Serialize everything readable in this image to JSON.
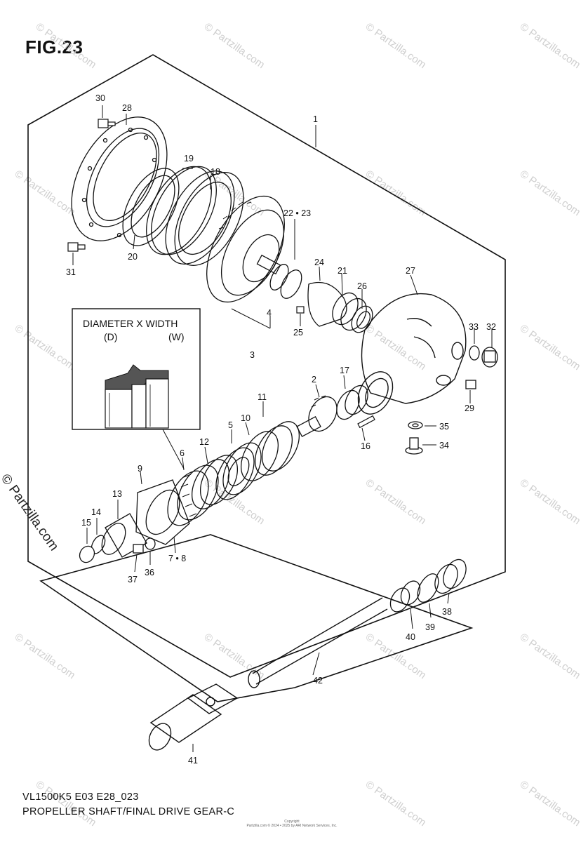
{
  "figure": {
    "title": "FIG.23",
    "model_code": "VL1500K5 E03 E28_023",
    "caption": "PROPELLER SHAFT/FINAL DRIVE GEAR-C"
  },
  "inset": {
    "label": "DIAMETER  X  WIDTH",
    "d_label": "(D)",
    "w_label": "(W)"
  },
  "watermark": {
    "text": "© Partzilla.com",
    "side_text": "© Partzilla.com"
  },
  "copyright_note": {
    "line1": "Copyright",
    "line2": "Partzilla.com © 2024 • 2025 by ARI Network Services, Inc."
  },
  "callouts": {
    "c1": "1",
    "c2": "2",
    "c3": "3",
    "c4": "4",
    "c5": "5",
    "c6": "6",
    "c7_8": "7 • 8",
    "c9": "9",
    "c10": "10",
    "c11": "11",
    "c12": "12",
    "c13": "13",
    "c14": "14",
    "c15": "15",
    "c16": "16",
    "c17": "17",
    "c18": "18",
    "c19": "19",
    "c20": "20",
    "c21": "21",
    "c22_23": "22 • 23",
    "c24": "24",
    "c25": "25",
    "c26": "26",
    "c27": "27",
    "c28": "28",
    "c29": "29",
    "c30": "30",
    "c31": "31",
    "c32": "32",
    "c33": "33",
    "c34": "34",
    "c35": "35",
    "c36": "36",
    "c37": "37",
    "c38": "38",
    "c39": "39",
    "c40": "40",
    "c41": "41",
    "c42": "42"
  }
}
